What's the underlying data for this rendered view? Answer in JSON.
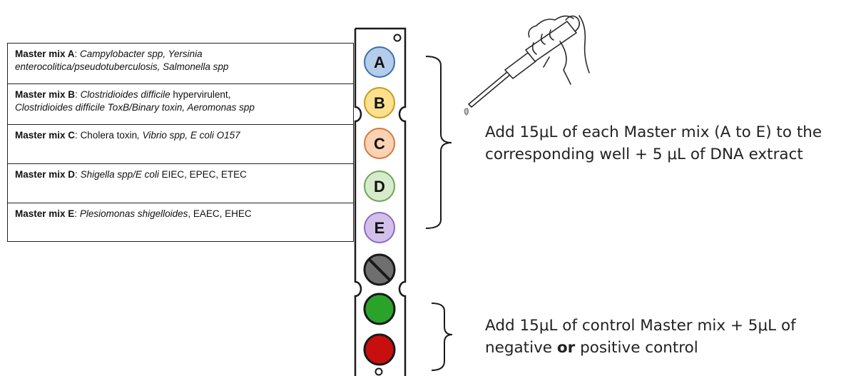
{
  "master_mixes": [
    {
      "name": "Master mix A",
      "segments": [
        {
          "text": "Campylobacter spp, Yersinia",
          "italic": true
        },
        {
          "br": true
        },
        {
          "text": "enterocolitica/pseudotuberculosis, Salmonella spp",
          "italic": true
        }
      ]
    },
    {
      "name": "Master mix B",
      "segments": [
        {
          "text": "Clostridioides difficile",
          "italic": true
        },
        {
          "text": " hypervirulent,",
          "italic": false
        },
        {
          "br": true
        },
        {
          "text": "Clostridioides difficile ToxB/Binary toxin, Aeromonas spp",
          "italic": true
        }
      ]
    },
    {
      "name": "Master mix C",
      "segments": [
        {
          "text": "Cholera toxin",
          "italic": false
        },
        {
          "text": ", Vibrio spp, E coli O157",
          "italic": true
        }
      ]
    },
    {
      "name": "Master mix D",
      "segments": [
        {
          "text": "Shigella spp/E coli",
          "italic": true
        },
        {
          "text": " EIEC, EPEC, ETEC",
          "italic": false
        }
      ]
    },
    {
      "name": "Master mix E",
      "segments": [
        {
          "text": "Plesiomonas shigelloides",
          "italic": true
        },
        {
          "text": ", EAEC, EHEC",
          "italic": false
        }
      ]
    }
  ],
  "wells": [
    {
      "label": "A",
      "fill": "#b4cdea",
      "stroke": "#3c6faf"
    },
    {
      "label": "B",
      "fill": "#fce08e",
      "stroke": "#c79a1c"
    },
    {
      "label": "C",
      "fill": "#fbd2b4",
      "stroke": "#d67a3a"
    },
    {
      "label": "D",
      "fill": "#d6ebcc",
      "stroke": "#6fa356"
    },
    {
      "label": "E",
      "fill": "#d3c0ea",
      "stroke": "#8a6bc0"
    },
    {
      "label": "",
      "fill": "#6f6f6f",
      "stroke": "#1a1a1a",
      "type": "blocked"
    },
    {
      "label": "",
      "fill": "#2aa32a",
      "stroke": "#1a1a1a",
      "type": "control-negative"
    },
    {
      "label": "",
      "fill": "#c90e0e",
      "stroke": "#1a1a1a",
      "type": "control-positive"
    }
  ],
  "instructions": {
    "mix_line1": "Add 15μL of each Master mix (A to E) to the",
    "mix_line2": "corresponding well + 5 μL of DNA extract",
    "control_line1": "Add 15μL of control Master mix + 5μL of",
    "control_line2_a": "negative ",
    "control_line2_b": "or",
    "control_line2_c": " positive control"
  },
  "colors": {
    "line": "#1a1a1a",
    "text": "#222222"
  }
}
